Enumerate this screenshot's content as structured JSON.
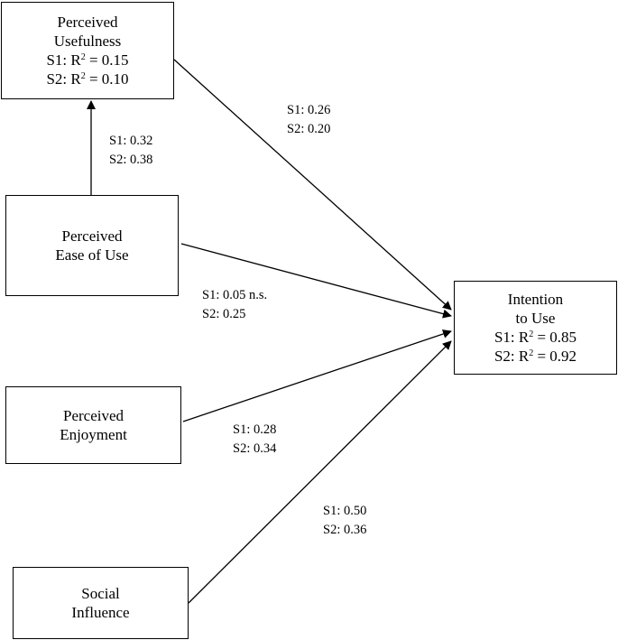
{
  "nodes": {
    "pu": {
      "line1": "Perceived",
      "line2": "Usefulness",
      "r2_s1": "S1: R",
      "r2_s1_val": " = 0.15",
      "r2_s2": "S2: R",
      "r2_s2_val": " = 0.10",
      "sup": "2"
    },
    "peou": {
      "line1": "Perceived",
      "line2": "Ease of Use"
    },
    "pe": {
      "line1": "Perceived",
      "line2": "Enjoyment"
    },
    "si": {
      "line1": "Social",
      "line2": "Influence"
    },
    "itu": {
      "line1": "Intention",
      "line2": "to Use",
      "r2_s1": "S1: R",
      "r2_s1_val": " = 0.85",
      "r2_s2": "S2: R",
      "r2_s2_val": " = 0.92",
      "sup": "2"
    }
  },
  "paths": {
    "peou_pu": {
      "s1": "S1: 0.32",
      "s2": "S2: 0.38"
    },
    "pu_itu": {
      "s1": "S1: 0.26",
      "s2": "S2: 0.20"
    },
    "peou_itu": {
      "s1": "S1: 0.05 n.s.",
      "s2": "S2: 0.25"
    },
    "pe_itu": {
      "s1": "S1: 0.28",
      "s2": "S2: 0.34"
    },
    "si_itu": {
      "s1": "S1: 0.50",
      "s2": "S2: 0.36"
    }
  }
}
